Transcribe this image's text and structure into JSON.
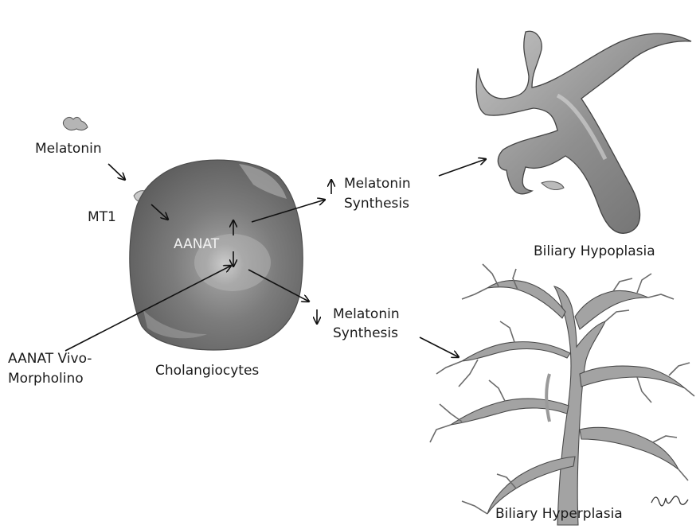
{
  "labels": {
    "melatonin": "Melatonin",
    "mt1": "MT1",
    "aanat": "AANAT",
    "morpholino_line1": "AANAT Vivo-",
    "morpholino_line2": "Morpholino",
    "cholangiocytes": "Cholangiocytes",
    "synthesis_up_line1": "Melatonin",
    "synthesis_up_line2": "Synthesis",
    "synthesis_down_line1": "Melatonin",
    "synthesis_down_line2": "Synthesis",
    "hypoplasia": "Biliary Hypoplasia",
    "hyperplasia": "Biliary Hyperplasia"
  },
  "colors": {
    "cell_fill": "#7a7a7a",
    "cell_highlight": "#b9b9b9",
    "duct_fill": "#9c9c9c",
    "duct_edge": "#4a4a4a",
    "arrow": "#111111"
  }
}
